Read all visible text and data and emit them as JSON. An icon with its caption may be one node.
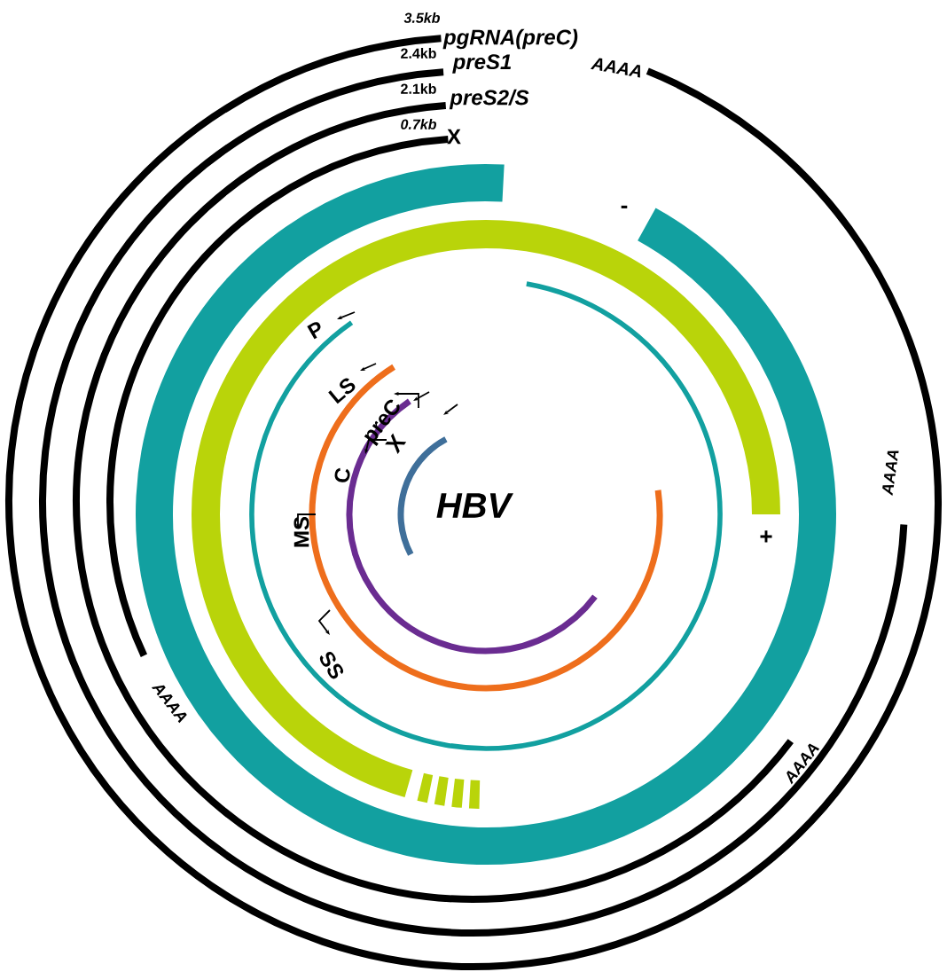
{
  "diagram": {
    "labels": [
      "3.5kb",
      "pgRNA(preC)",
      "2.4kb",
      "preS1",
      "2.1kb",
      "preS2/S",
      "0.7kb",
      "X",
      "AAAA",
      "-",
      "P",
      "LS",
      "preC",
      "X",
      "C",
      "HBV",
      "+",
      "MS",
      "SS",
      "AAAA",
      "AAAA",
      "AAAA"
    ]
  }
}
